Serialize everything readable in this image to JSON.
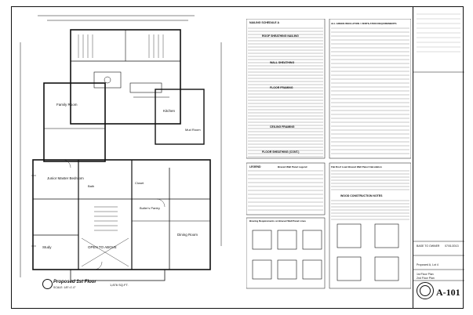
{
  "plan": {
    "title": "Proposed 1st Floor",
    "scale": "SCALE: 1/8\"=1'-0\"",
    "area": "1,876 SQ.FT.",
    "rooms": {
      "family_room": "Family Room",
      "kitchen": "Kitchen",
      "junior_master": "Junior Master Bedroom",
      "study": "Study",
      "dining_room": "Dining Room",
      "open_above": "OPEN TO ABOVE",
      "butlers_pantry": "Butler's Pantry",
      "mud_room": "Mud Room",
      "closet": "Closet",
      "bath": "Bath"
    }
  },
  "schedules": {
    "nailing": "NAILING SCHEDULE A",
    "roof": "ROOF SHEATHING NAILING",
    "wall": "WALL SHEATHING",
    "floor": "FLOOR FRAMING",
    "ceiling": "CEILING FRAMING",
    "floor_sheathing": "FLOOR SHEATHING (CONT.)",
    "insulation": "ALL GREEN INSULATION / VENTILATION REQUIREMENTS",
    "legend": "LEGEND",
    "braced_wall": "Braced Wall Panel Legend",
    "bracing_req": "Bracing Requirements on Braced Wall Panel Lines",
    "wood_notes": "WOOD CONSTRUCTION NOTES",
    "flat_roof": "Flat Roof Load Braced Wall Panel Calculation"
  },
  "titleblock": {
    "owner": "BASE TO OWNER",
    "date": "07/01/2013",
    "project": "Proposed A, Lot 4",
    "drawing": "1st Floor Plan",
    "drawing2": "2nd Floor Plan",
    "sheet": "A-101"
  }
}
